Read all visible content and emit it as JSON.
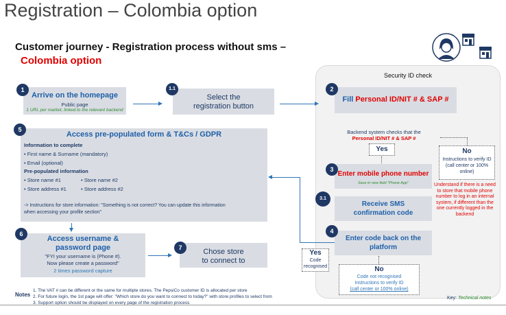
{
  "page_title": "Registration – Colombia option",
  "subtitle": "Customer journey - Registration process without sms –",
  "subtitle_option": "Colombia option",
  "security_panel": {
    "title": "Security ID check"
  },
  "step1": {
    "num": "1",
    "title": "Arrive on the homepage",
    "sub": "Public page",
    "note": "1 URL per market, linked to the relevant backend"
  },
  "step1_1": {
    "num": "1.1",
    "title_line1": "Select the",
    "title_line2": "registration button"
  },
  "step2": {
    "num": "2",
    "title_prefix": "Fill ",
    "title_red": "Personal ID/NIT # & SAP #"
  },
  "backend_check": {
    "line1": "Backend system checks that the",
    "line2": "Personal ID/NIT # & SAP #"
  },
  "yes_label": "Yes",
  "no_label": "No",
  "no_desc": "Instructions to verify ID (call center or 100% online)",
  "understand_note": "Understand if there is a need to store that mobile phone number to log in an internal system, if different than the one currently logged in the backend",
  "step3": {
    "num": "3",
    "title": "Enter mobile phone number",
    "note": "Save in new field \"Phone App\""
  },
  "step3_1": {
    "num": "3.1",
    "title_line1": "Receive SMS",
    "title_line2": "confirmation code"
  },
  "step4": {
    "num": "4",
    "title_line1": "Enter code back on the",
    "title_line2": "platform"
  },
  "code_yes": {
    "label": "Yes",
    "line1": "Code",
    "line2": "recognised"
  },
  "code_no": {
    "label": "No",
    "line1": "Code not recognised",
    "line2": "Instructions to verify ID",
    "line3": "(call center or 100% online)"
  },
  "step5": {
    "num": "5",
    "title": "Access pre-populated form & T&Cs / GDPR",
    "info_heading": "Information to complete",
    "info_items": [
      "• First name & Surname (mandatory)",
      "• Email (optional)"
    ],
    "prepop_heading": "Pre-populated information",
    "prepop_left": [
      "• Store name #1",
      "• Store address #1"
    ],
    "prepop_right": [
      "• Store name #2",
      "• Store address #2"
    ],
    "instructions_line1": "-> Instructions for store information: \"Something is not correct? You can update this information",
    "instructions_line2": "when accessing your profile section\""
  },
  "step6": {
    "num": "6",
    "title_line1": "Access username &",
    "title_line2": "password page",
    "line1": "\"FYI your username is (Phone #).",
    "line2": "Now please create a password\"",
    "line3": "2 times password capture"
  },
  "step7": {
    "num": "7",
    "title_line1": "Chose store",
    "title_line2": "to connect to"
  },
  "notes": {
    "label": "Notes",
    "items": [
      "1.   The VAT # can be different or the same for multiple stores. The PepsiCo customer ID is allocated per store",
      "2.   For future login, the 1st page will offer: \"Which store do you want to connect to today?\" with store profiles to select from",
      "3.   Support option should be displayed on every page of the registration process"
    ]
  },
  "key": {
    "label": "Key: ",
    "value": "Technical notes"
  },
  "colors": {
    "navy": "#1f3864",
    "blue": "#2e75b6",
    "red": "#e00000",
    "box": "#d9dde3",
    "green": "#2e8b2e"
  },
  "icons": [
    "person-avatar-icon",
    "store-icon",
    "store-icon"
  ]
}
